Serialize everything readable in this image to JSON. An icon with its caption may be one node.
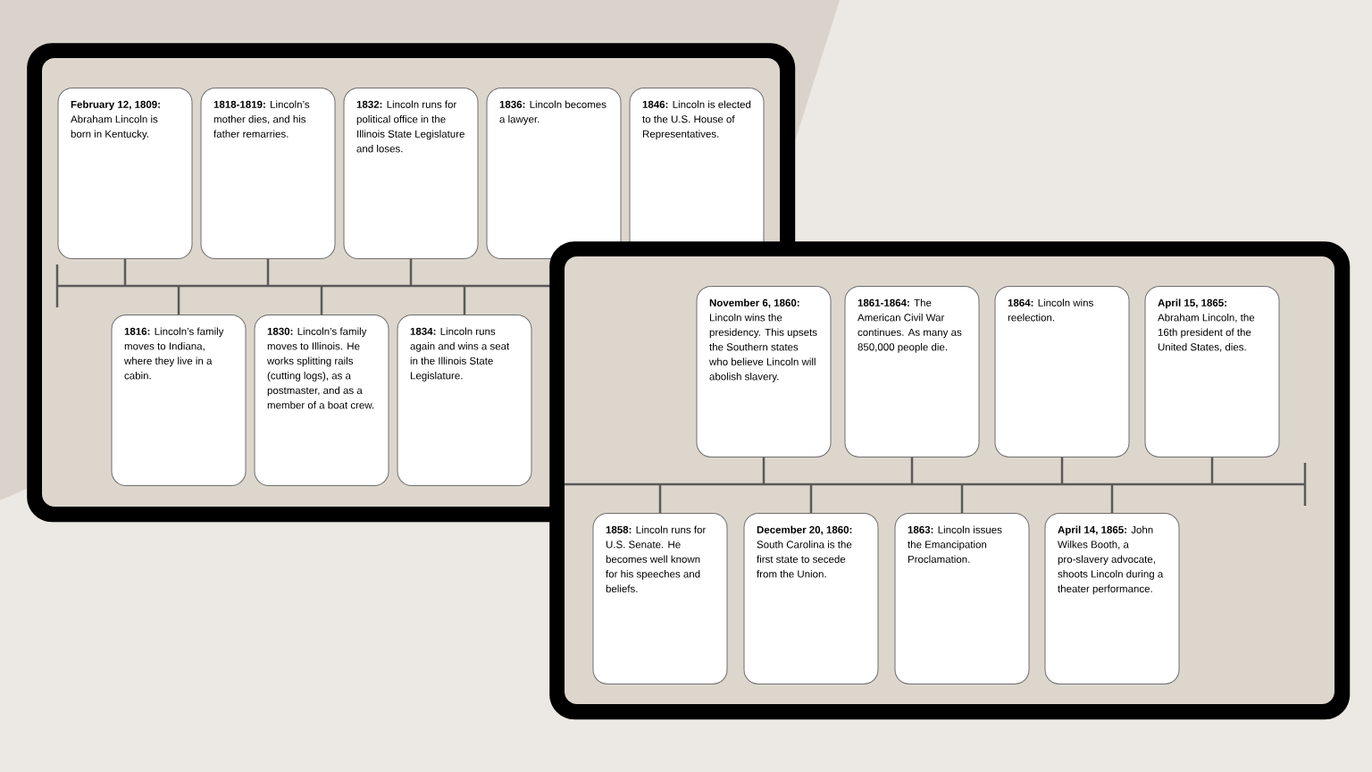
{
  "diagram": {
    "nodes": [
      {
        "text": [],
        "shape": "box"
      },
      {
        "text": [
          "**February 12, 1809:** Abraham Lincoln is born in Kentucky."
        ],
        "in": 0
      },
      {
        "text": [
          "**1816:** Lincoln’s family moves to Indiana, where they live in a cabin."
        ],
        "in": 0
      },
      {
        "text": [
          "**1818-1819:** Lincoln’s mother dies, and his father remarries."
        ],
        "in": 0
      },
      {
        "text": [
          "**1830:** Lincoln’s family moves to Illinois. He works splitting rails (cutting logs), as a postmaster, and as a member of a boat crew."
        ],
        "in": 0
      },
      {
        "text": [
          "**1832:** Lincoln runs for political office in the Illinois State Legislature and loses."
        ],
        "in": 0
      },
      {
        "text": [
          "**1834:** Lincoln runs again and wins a seat in the Illinois State Legislature."
        ],
        "in": 0
      },
      {
        "text": [
          "**1836:** Lincoln becomes a lawyer."
        ],
        "in": 0
      },
      {
        "text": [
          "**1846:** Lincoln is elected to the U.S. House of Representatives."
        ],
        "in": 0
      },
      {
        "text": [],
        "shape": "box"
      },
      {
        "text": [
          "**1858:** Lincoln runs for U.S. Senate. He becomes well known for his speeches and beliefs."
        ],
        "in": 9
      },
      {
        "text": [
          "**November 6, 1860:** Lincoln wins the presidency. This upsets the Southern states who believe Lincoln will abolish slavery."
        ],
        "in": 9
      },
      {
        "text": [
          "**December 20, 1860:** South Carolina is the first state to secede from the Union."
        ],
        "in": 9
      },
      {
        "text": [
          "**1861-1864:** The American Civil War continues. As many as 850,000 people die."
        ],
        "in": 9
      },
      {
        "text": [
          "**1863:** Lincoln issues the Emancipation Proclamation."
        ],
        "in": 9
      },
      {
        "text": [
          "**1864:** Lincoln wins reelection."
        ],
        "in": 9
      },
      {
        "text": [
          "**April 14, 1865:** John Wilkes Booth, a pro-slavery advocate, shoots Lincoln during a theater performance."
        ],
        "in": 9
      },
      {
        "text": [
          "**April 15, 1865:** Abraham Lincoln, the 16th president of the United States, dies."
        ],
        "in": 9
      }
    ]
  }
}
